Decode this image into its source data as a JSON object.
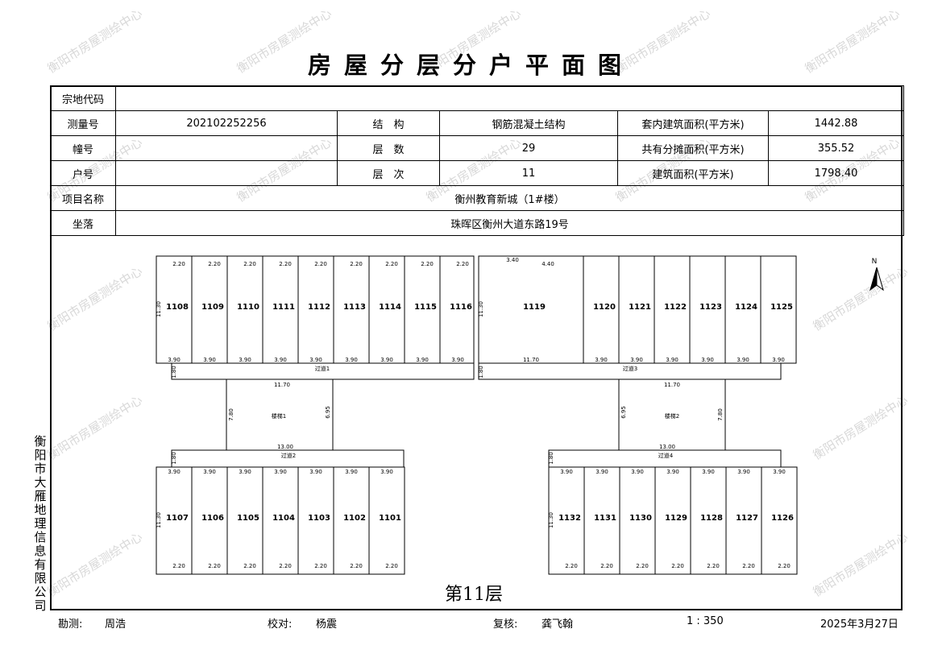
{
  "title": "房屋分层分户平面图",
  "watermark": "衡阳市房屋测绘中心",
  "info": {
    "parcel_code_label": "宗地代码",
    "parcel_code": "",
    "survey_no_label": "测量号",
    "survey_no": "202102252256",
    "structure_label": "结　构",
    "structure": "钢筋混凝土结构",
    "inner_area_label": "套内建筑面积(平方米)",
    "inner_area": "1442.88",
    "building_no_label": "幢号",
    "building_no": "",
    "floors_label": "层　数",
    "floors": "29",
    "shared_area_label": "共有分摊面积(平方米)",
    "shared_area": "355.52",
    "unit_no_label": "户号",
    "unit_no": "",
    "floor_label": "层　次",
    "floor": "11",
    "total_area_label": "建筑面积(平方米)",
    "total_area": "1798.40",
    "project_label": "项目名称",
    "project": "衡州教育新城（1#楼）",
    "location_label": "坐落",
    "location": "珠晖区衡州大道东路19号"
  },
  "plan": {
    "north": "N",
    "top_left_units": [
      "1108",
      "1109",
      "1110",
      "1111",
      "1112",
      "1113",
      "1114",
      "1115",
      "1116"
    ],
    "top_right_units": [
      "1119",
      "1120",
      "1121",
      "1122",
      "1123",
      "1124",
      "1125"
    ],
    "bottom_left_units": [
      "1107",
      "1106",
      "1105",
      "1104",
      "1103",
      "1102",
      "1101"
    ],
    "bottom_right_units": [
      "1132",
      "1131",
      "1130",
      "1129",
      "1128",
      "1127",
      "1126"
    ],
    "dim_width": "3.90",
    "dim_depth": "11.30",
    "dim_wide": "11.70",
    "dim_big_top": "4.40",
    "dim_small_top": "3.40",
    "dim_balcony": "2.20",
    "dim_corridor": "1.80",
    "dim_stair_span": "13.00",
    "dim_stair_left": "7.80",
    "dim_stair_right": "6.95",
    "corridor_1": "过道1",
    "corridor_2": "过道2",
    "corridor_3": "过道3",
    "corridor_4": "过道4",
    "stair_1": "楼梯1",
    "stair_2": "楼梯2"
  },
  "floor_title": "第11层",
  "side_text": "衡阳市大雁地理信息有限公司",
  "footer": {
    "surveyor_label": "勘测:",
    "surveyor": "周浩",
    "checker_label": "校对:",
    "checker": "杨震",
    "reviewer_label": "复核:",
    "reviewer": "龚飞翰",
    "scale": "1 : 350",
    "date": "2025年3月27日"
  }
}
